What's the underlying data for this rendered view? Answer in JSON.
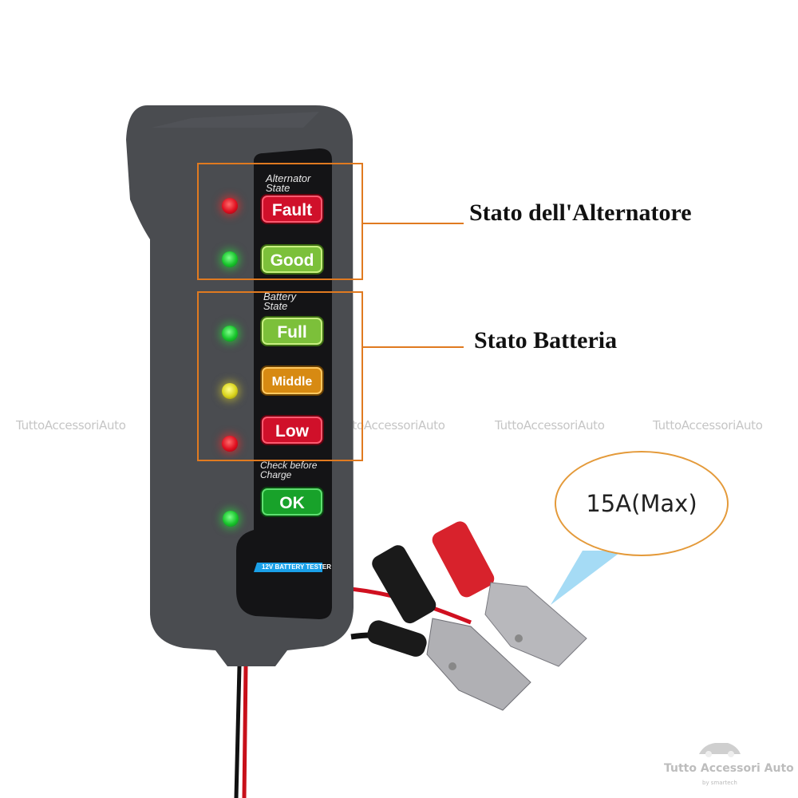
{
  "device": {
    "panel_label": "12V BATTERY TESTER",
    "sections": [
      {
        "title_line1": "Alternator",
        "title_line2": "State",
        "indicators": [
          {
            "label": "Fault",
            "led_color": "red",
            "badge_color": "#d0102a"
          },
          {
            "label": "Good",
            "led_color": "green",
            "badge_color": "#7cc03a"
          }
        ]
      },
      {
        "title_line1": "Battery",
        "title_line2": "State",
        "indicators": [
          {
            "label": "Full",
            "led_color": "green",
            "badge_color": "#7cc03a"
          },
          {
            "label": "Middle",
            "led_color": "yellow",
            "badge_color": "#d78a12"
          },
          {
            "label": "Low",
            "led_color": "red",
            "badge_color": "#d0102a"
          }
        ]
      },
      {
        "title_line1": "Check before",
        "title_line2": "Charge",
        "indicators": [
          {
            "label": "OK",
            "led_color": "green",
            "badge_color": "#18a22a"
          }
        ]
      }
    ]
  },
  "callouts": {
    "alternator": "Stato dell'Alternatore",
    "battery": "Stato Batteria",
    "max_current": "15A(Max)",
    "accent_color": "#e07a20"
  },
  "watermark": {
    "text": "TuttoAccessoriAuto"
  },
  "logo": {
    "name": "Tutto Accessori Auto",
    "tagline": "by smartech"
  }
}
